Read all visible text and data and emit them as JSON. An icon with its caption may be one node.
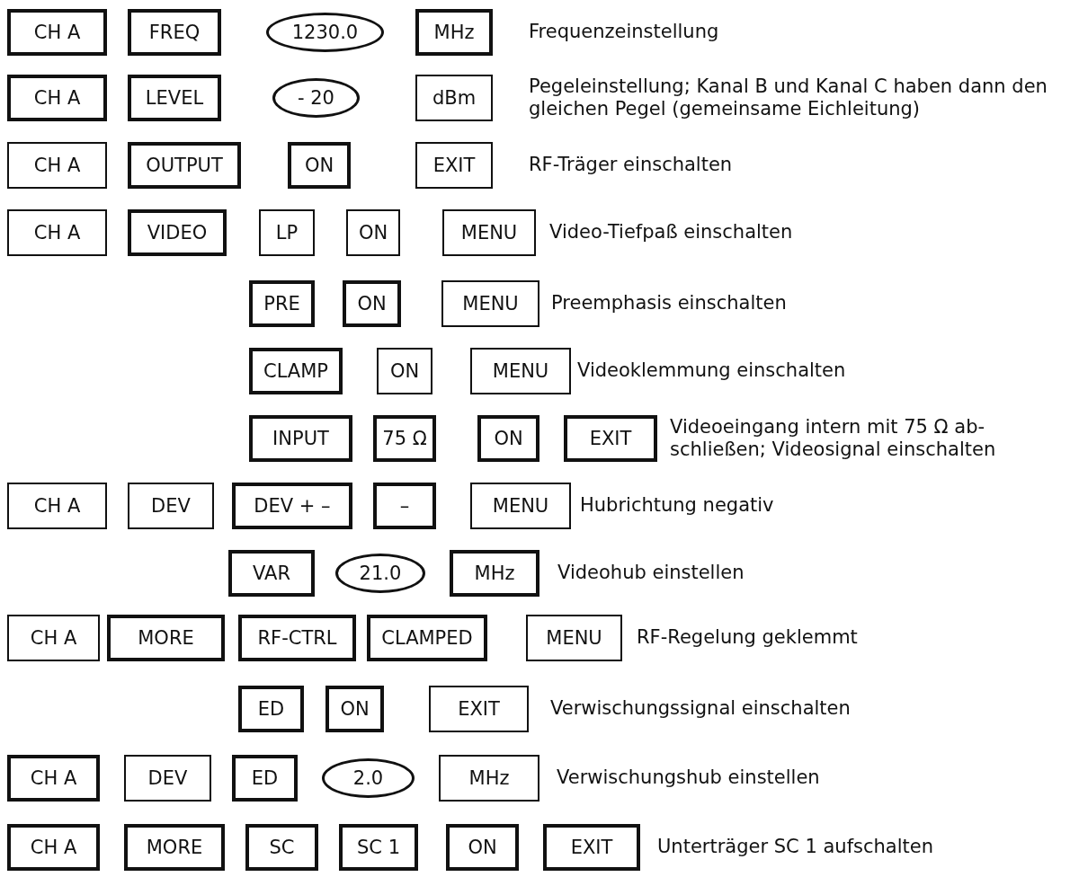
{
  "diagram": {
    "nodes": [
      {
        "text": [
          "CH A"
        ]
      },
      {
        "text": [
          "FREQ"
        ]
      },
      {
        "text": [
          "1230.0"
        ]
      },
      {
        "text": [
          "MHz"
        ]
      },
      {
        "text": [
          "CH A"
        ]
      },
      {
        "text": [
          "LEVEL"
        ]
      },
      {
        "text": [
          "- 20"
        ]
      },
      {
        "text": [
          "dBm"
        ]
      },
      {
        "text": [
          "CH A"
        ]
      },
      {
        "text": [
          "OUTPUT"
        ]
      },
      {
        "text": [
          "ON"
        ]
      },
      {
        "text": [
          "EXIT"
        ]
      },
      {
        "text": [
          "CH A"
        ]
      },
      {
        "text": [
          "VIDEO"
        ]
      },
      {
        "text": [
          "LP"
        ]
      },
      {
        "text": [
          "ON"
        ]
      },
      {
        "text": [
          "MENU"
        ]
      },
      {
        "text": [
          "PRE"
        ]
      },
      {
        "text": [
          "ON"
        ]
      },
      {
        "text": [
          "MENU"
        ]
      },
      {
        "text": [
          "CLAMP"
        ]
      },
      {
        "text": [
          "ON"
        ]
      },
      {
        "text": [
          "MENU"
        ]
      },
      {
        "text": [
          "INPUT"
        ]
      },
      {
        "text": [
          "75 Ω"
        ]
      },
      {
        "text": [
          "ON"
        ]
      },
      {
        "text": [
          "EXIT"
        ]
      },
      {
        "text": [
          "CH A"
        ]
      },
      {
        "text": [
          "DEV"
        ]
      },
      {
        "text": [
          "DEV + –"
        ]
      },
      {
        "text": [
          "–"
        ]
      },
      {
        "text": [
          "MENU"
        ]
      },
      {
        "text": [
          "VAR"
        ]
      },
      {
        "text": [
          "21.0"
        ]
      },
      {
        "text": [
          "MHz"
        ]
      },
      {
        "text": [
          "CH A"
        ]
      },
      {
        "text": [
          "MORE"
        ]
      },
      {
        "text": [
          "RF-CTRL"
        ]
      },
      {
        "text": [
          "CLAMPED"
        ]
      },
      {
        "text": [
          "MENU"
        ]
      },
      {
        "text": [
          "ED"
        ]
      },
      {
        "text": [
          "ON"
        ]
      },
      {
        "text": [
          "EXIT"
        ]
      },
      {
        "text": [
          "CH A"
        ]
      },
      {
        "text": [
          "DEV"
        ]
      },
      {
        "text": [
          "ED"
        ]
      },
      {
        "text": [
          "2.0"
        ]
      },
      {
        "text": [
          "MHz"
        ]
      },
      {
        "text": [
          "CH A"
        ]
      },
      {
        "text": [
          "MORE"
        ]
      },
      {
        "text": [
          "SC"
        ]
      },
      {
        "text": [
          "SC 1"
        ]
      },
      {
        "text": [
          "ON"
        ]
      },
      {
        "text": [
          "EXIT"
        ]
      }
    ],
    "labels": [
      "Frequenzeinstellung",
      "Pegeleinstellung; Kanal B und Kanal C haben dann den gleichen Pegel (gemeinsame Eichleitung)",
      "RF-Träger einschalten",
      "Video-Tiefpaß einschalten",
      "Preemphasis einschalten",
      "Videoklemmung einschalten",
      "Videoeingang intern mit 75 Ω ab- schließen; Videosignal einschalten",
      "Hubrichtung negativ",
      "Videohub einstellen",
      "RF-Regelung geklemmt",
      "Verwischungssignal einschalten",
      "Verwischungshub einstellen",
      "Unterträger SC 1 aufschalten"
    ]
  }
}
